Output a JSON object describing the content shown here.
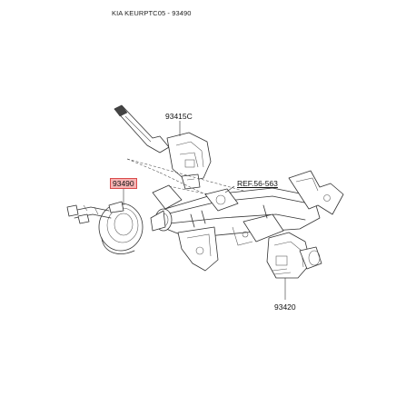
{
  "header": {
    "title": "KIA KEURPTC05 - 93490"
  },
  "callouts": {
    "wiper_switch": "93415C",
    "ref": "REF.56-563",
    "light_switch": "93420",
    "clock_spring": "93490"
  },
  "colors": {
    "highlight_fill": "#f6b3b3",
    "highlight_border": "#d94a4a",
    "line": "#333333"
  }
}
